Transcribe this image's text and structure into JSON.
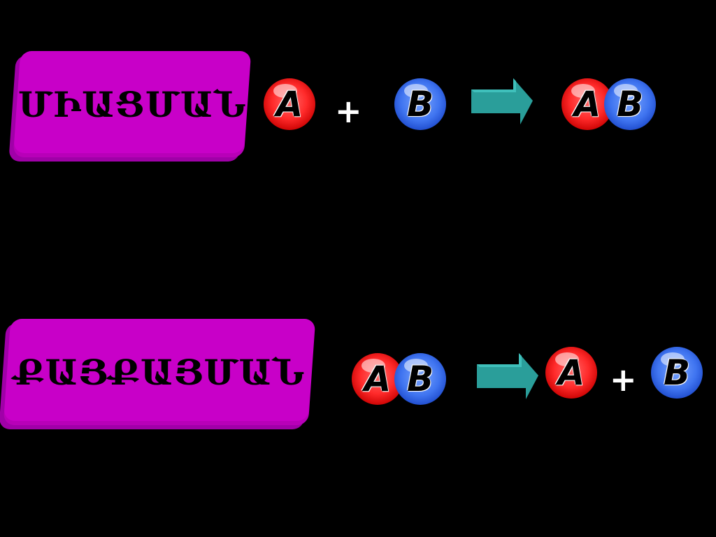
{
  "colors": {
    "label_bg": "#c800c8",
    "atom_a": "#ff2a2a",
    "atom_b": "#3f74f0",
    "arrow": "#2a9e9a"
  },
  "combination": {
    "label": "ՄԻԱՑՄԱՆ",
    "reactant_a": "A",
    "plus": "+",
    "reactant_b": "B",
    "product_a": "A",
    "product_b": "B"
  },
  "decomposition": {
    "label": "ՔԱՅՔԱՅՄԱՆ",
    "reactant_a": "A",
    "reactant_b": "B",
    "product_a": "A",
    "plus": "+",
    "product_b": "B"
  }
}
